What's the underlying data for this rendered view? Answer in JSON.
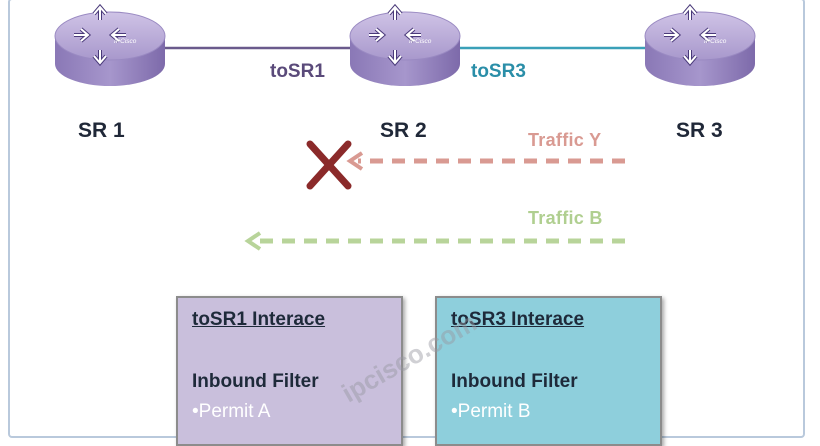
{
  "routers": [
    {
      "name": "SR 1",
      "badge": "IPCisco"
    },
    {
      "name": "SR 2",
      "badge": "IPCisco"
    },
    {
      "name": "SR 3",
      "badge": "IPCisco"
    }
  ],
  "links": [
    {
      "label": "toSR1",
      "color": "#6a5a8c"
    },
    {
      "label": "toSR3",
      "color": "#3aa0b8"
    }
  ],
  "traffic": [
    {
      "label": "Traffic  Y",
      "color": "#d99a92",
      "blocked": true
    },
    {
      "label": "Traffic  B",
      "color": "#b8d49a",
      "blocked": false
    }
  ],
  "block_mark_color": "#8b2a2a",
  "interfaces": [
    {
      "title": "toSR1 Interace",
      "filter": "Inbound Filter",
      "rule": "•Permit A",
      "fill": "#c9bfdc"
    },
    {
      "title": "toSR3 Interace",
      "filter": "Inbound Filter",
      "rule": "•Permit B",
      "fill": "#8ecfdc"
    }
  ],
  "watermark": "ipcisco.com",
  "colors": {
    "router_top": "#b7a8d6",
    "router_side": "#8d7bb8",
    "frame": "#b9c9dc"
  }
}
